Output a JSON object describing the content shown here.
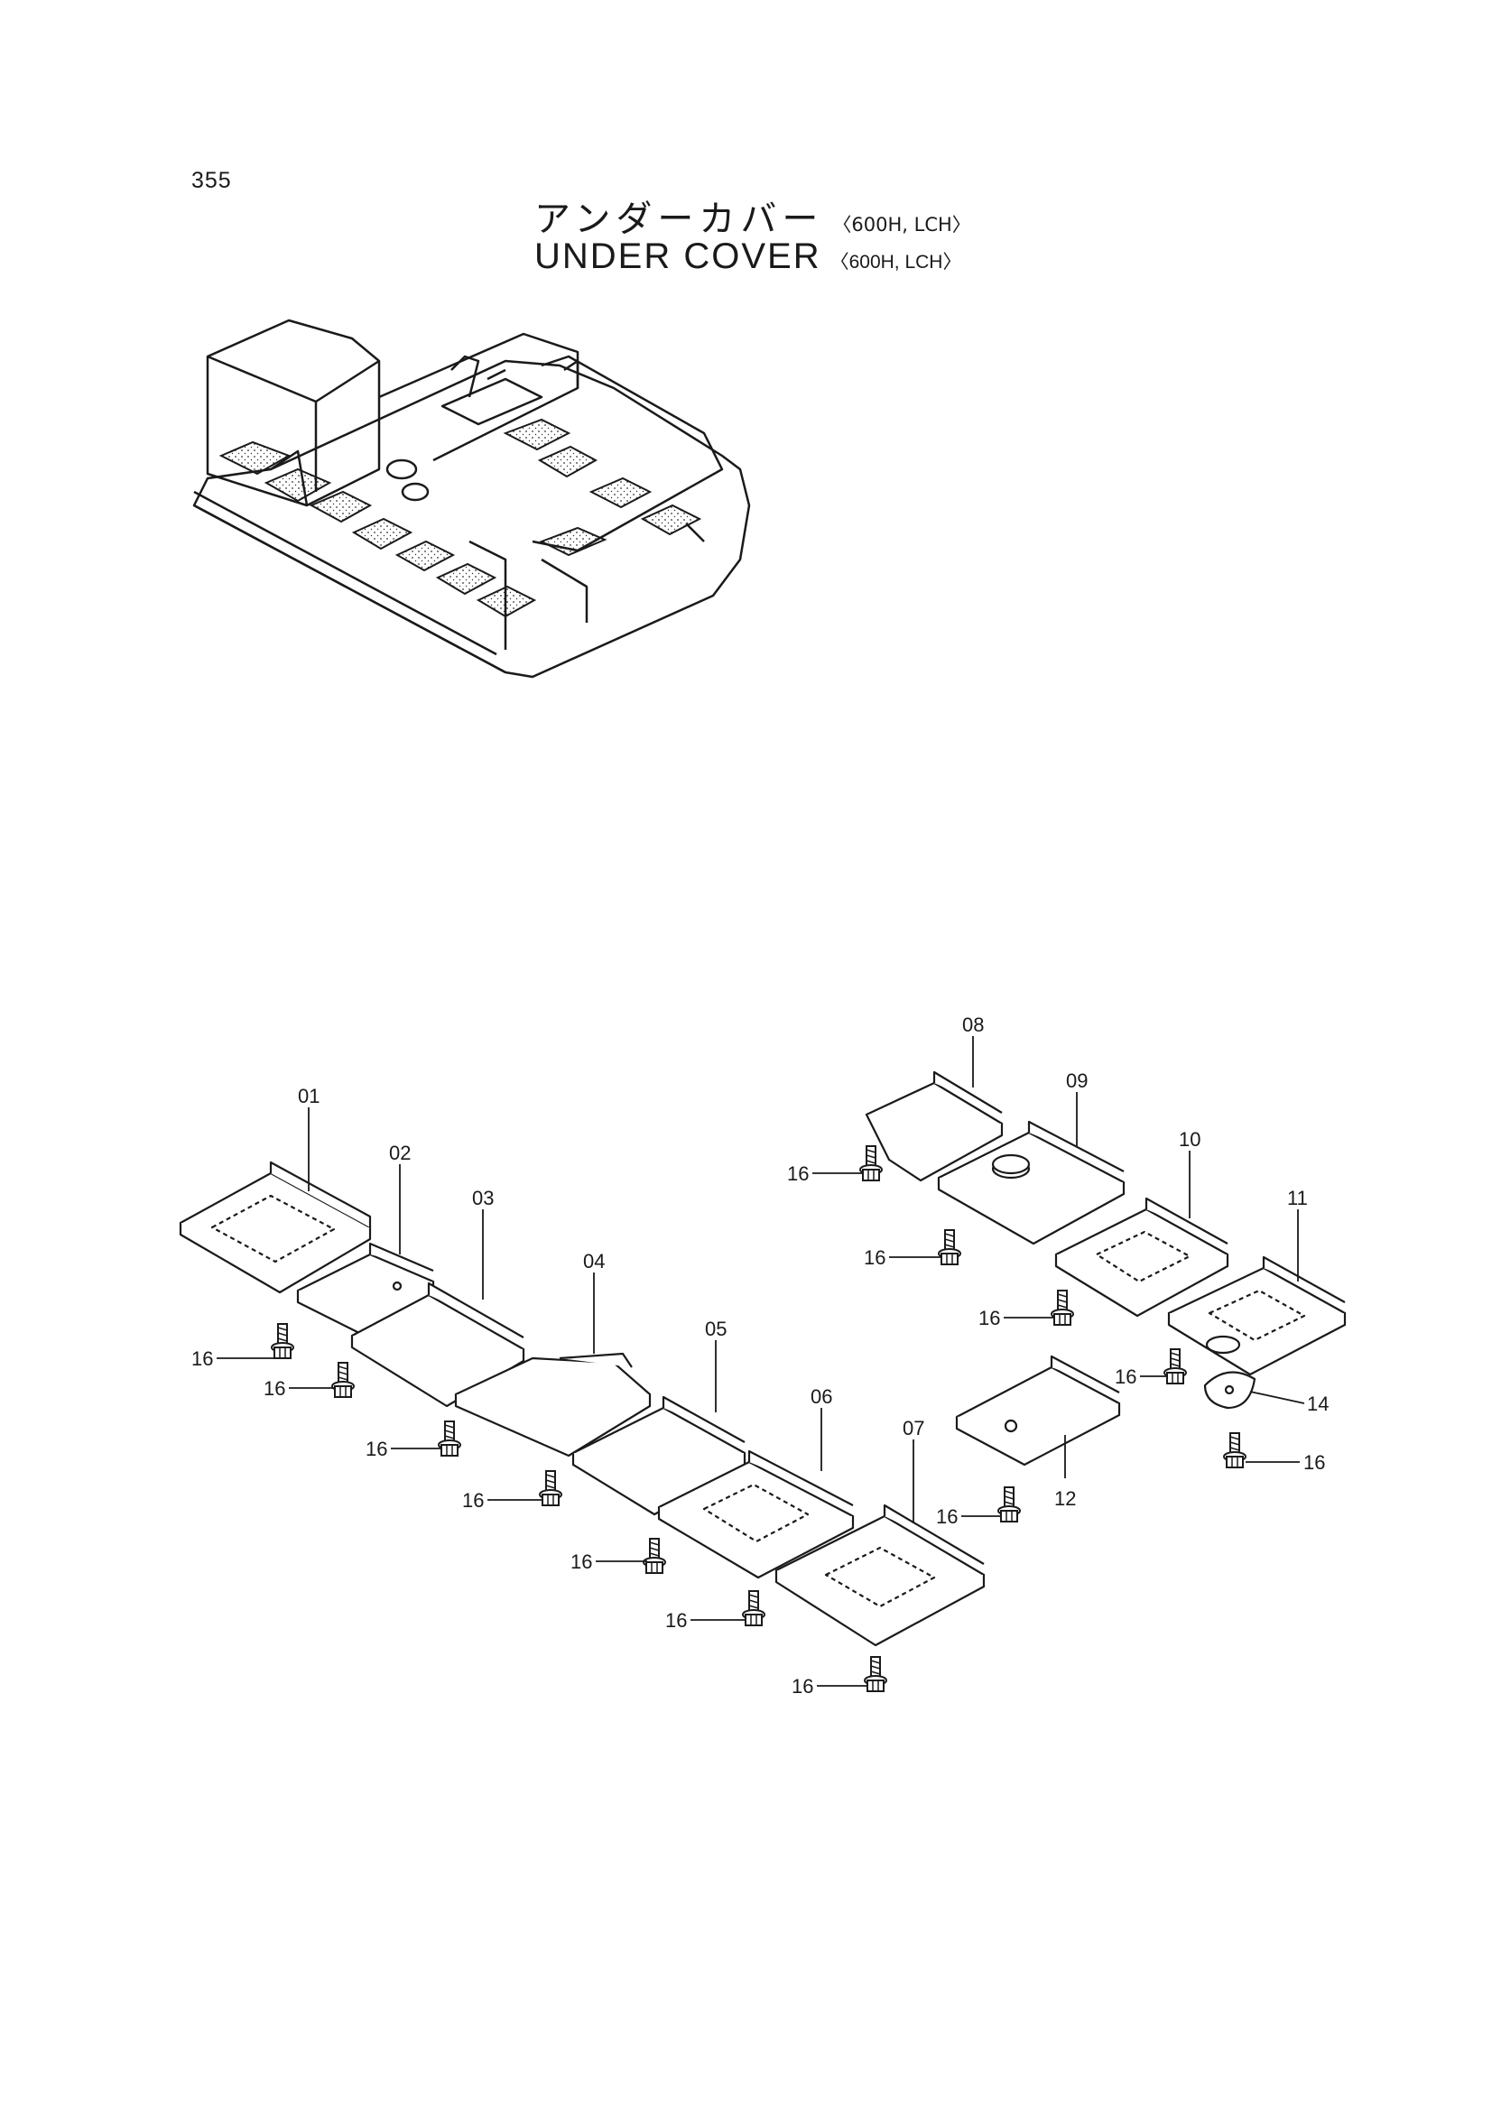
{
  "page_number": "355",
  "title": {
    "japanese": "アンダーカバー",
    "japanese_variant": "〈600H, LCH〉",
    "english": "UNDER  COVER",
    "english_variant": "〈600H, LCH〉"
  },
  "part_labels": {
    "p01": "01",
    "p02": "02",
    "p03": "03",
    "p04": "04",
    "p05": "05",
    "p06": "06",
    "p07": "07",
    "p08": "08",
    "p09": "09",
    "p10": "10",
    "p11": "11",
    "p12": "12",
    "p14": "14",
    "bolt": "16"
  }
}
